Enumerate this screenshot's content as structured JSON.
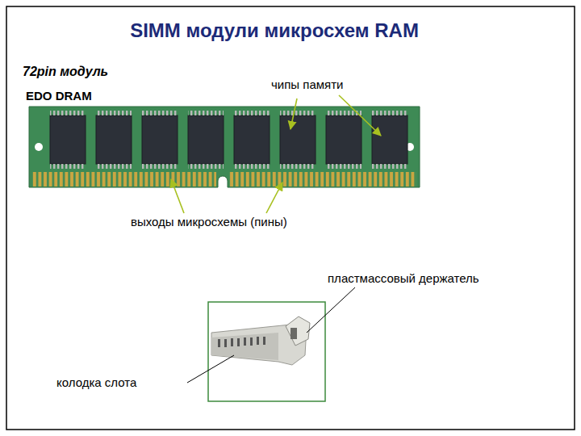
{
  "diagram": {
    "title": "SIMM модули микросхем RAM",
    "labels": [
      "72pin модуль",
      "EDO DRAM",
      "чипы памяти",
      "выходы микросхемы (пины)",
      "пластмассовый держатель",
      "колодка слота"
    ]
  }
}
